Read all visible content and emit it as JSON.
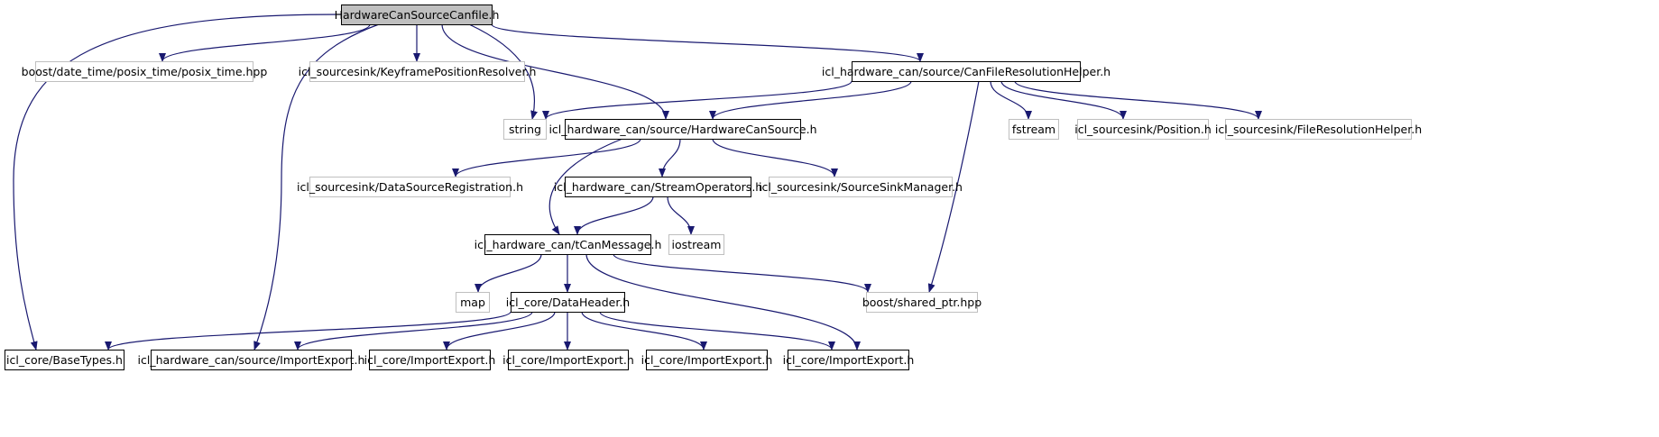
{
  "colors": {
    "edge": "#191970",
    "node_border_solid": "#000000",
    "node_border_gray": "#bfbfbf",
    "root_fill": "#bfbfbf",
    "node_fill": "#ffffff",
    "text": "#000000"
  },
  "nodes": [
    {
      "id": "root",
      "label": "HardwareCanSourceCanfile.h",
      "style": "root"
    },
    {
      "id": "boost_posix",
      "label": "boost/date_time/posix_time/posix_time.hpp",
      "style": "gray"
    },
    {
      "id": "keyframe",
      "label": "icl_sourcesink/KeyframePositionResolver.h",
      "style": "gray"
    },
    {
      "id": "canfile_helper",
      "label": "icl_hardware_can/source/CanFileResolutionHelper.h",
      "style": "solid"
    },
    {
      "id": "string",
      "label": "string",
      "style": "gray"
    },
    {
      "id": "hw_can_source",
      "label": "icl_hardware_can/source/HardwareCanSource.h",
      "style": "solid"
    },
    {
      "id": "fstream",
      "label": "fstream",
      "style": "gray"
    },
    {
      "id": "position",
      "label": "icl_sourcesink/Position.h",
      "style": "gray"
    },
    {
      "id": "file_res_helper",
      "label": "icl_sourcesink/FileResolutionHelper.h",
      "style": "gray"
    },
    {
      "id": "data_src_reg",
      "label": "icl_sourcesink/DataSourceRegistration.h",
      "style": "gray"
    },
    {
      "id": "stream_ops",
      "label": "icl_hardware_can/StreamOperators.h",
      "style": "solid"
    },
    {
      "id": "src_sink_mgr",
      "label": "icl_sourcesink/SourceSinkManager.h",
      "style": "gray"
    },
    {
      "id": "tcan",
      "label": "icl_hardware_can/tCanMessage.h",
      "style": "solid"
    },
    {
      "id": "iostream",
      "label": "iostream",
      "style": "gray"
    },
    {
      "id": "map",
      "label": "map",
      "style": "gray"
    },
    {
      "id": "data_header",
      "label": "icl_core/DataHeader.h",
      "style": "solid"
    },
    {
      "id": "shared_ptr",
      "label": "boost/shared_ptr.hpp",
      "style": "gray"
    },
    {
      "id": "base_types",
      "label": "icl_core/BaseTypes.h",
      "style": "solid"
    },
    {
      "id": "hw_import_export",
      "label": "icl_hardware_can/source/ImportExport.h",
      "style": "solid"
    },
    {
      "id": "core_ie_1",
      "label": "icl_core/ImportExport.h",
      "style": "solid"
    },
    {
      "id": "core_ie_2",
      "label": "icl_core/ImportExport.h",
      "style": "solid"
    },
    {
      "id": "core_ie_3",
      "label": "icl_core/ImportExport.h",
      "style": "solid"
    },
    {
      "id": "core_ie_4",
      "label": "icl_core/ImportExport.h",
      "style": "solid"
    }
  ],
  "edges": [
    {
      "from": "root",
      "to": "base_types"
    },
    {
      "from": "root",
      "to": "boost_posix"
    },
    {
      "from": "root",
      "to": "hw_import_export"
    },
    {
      "from": "root",
      "to": "keyframe"
    },
    {
      "from": "root",
      "to": "string"
    },
    {
      "from": "root",
      "to": "hw_can_source"
    },
    {
      "from": "root",
      "to": "canfile_helper"
    },
    {
      "from": "canfile_helper",
      "to": "string"
    },
    {
      "from": "canfile_helper",
      "to": "hw_can_source"
    },
    {
      "from": "canfile_helper",
      "to": "shared_ptr"
    },
    {
      "from": "canfile_helper",
      "to": "fstream"
    },
    {
      "from": "canfile_helper",
      "to": "position"
    },
    {
      "from": "canfile_helper",
      "to": "file_res_helper"
    },
    {
      "from": "hw_can_source",
      "to": "data_src_reg"
    },
    {
      "from": "hw_can_source",
      "to": "stream_ops"
    },
    {
      "from": "hw_can_source",
      "to": "src_sink_mgr"
    },
    {
      "from": "hw_can_source",
      "to": "tcan"
    },
    {
      "from": "stream_ops",
      "to": "tcan"
    },
    {
      "from": "stream_ops",
      "to": "iostream"
    },
    {
      "from": "tcan",
      "to": "map"
    },
    {
      "from": "tcan",
      "to": "data_header"
    },
    {
      "from": "tcan",
      "to": "shared_ptr"
    },
    {
      "from": "tcan",
      "to": "core_ie_4"
    },
    {
      "from": "data_header",
      "to": "base_types"
    },
    {
      "from": "data_header",
      "to": "hw_import_export"
    },
    {
      "from": "data_header",
      "to": "core_ie_1"
    },
    {
      "from": "data_header",
      "to": "core_ie_2"
    },
    {
      "from": "data_header",
      "to": "core_ie_3"
    },
    {
      "from": "data_header",
      "to": "core_ie_4"
    }
  ]
}
